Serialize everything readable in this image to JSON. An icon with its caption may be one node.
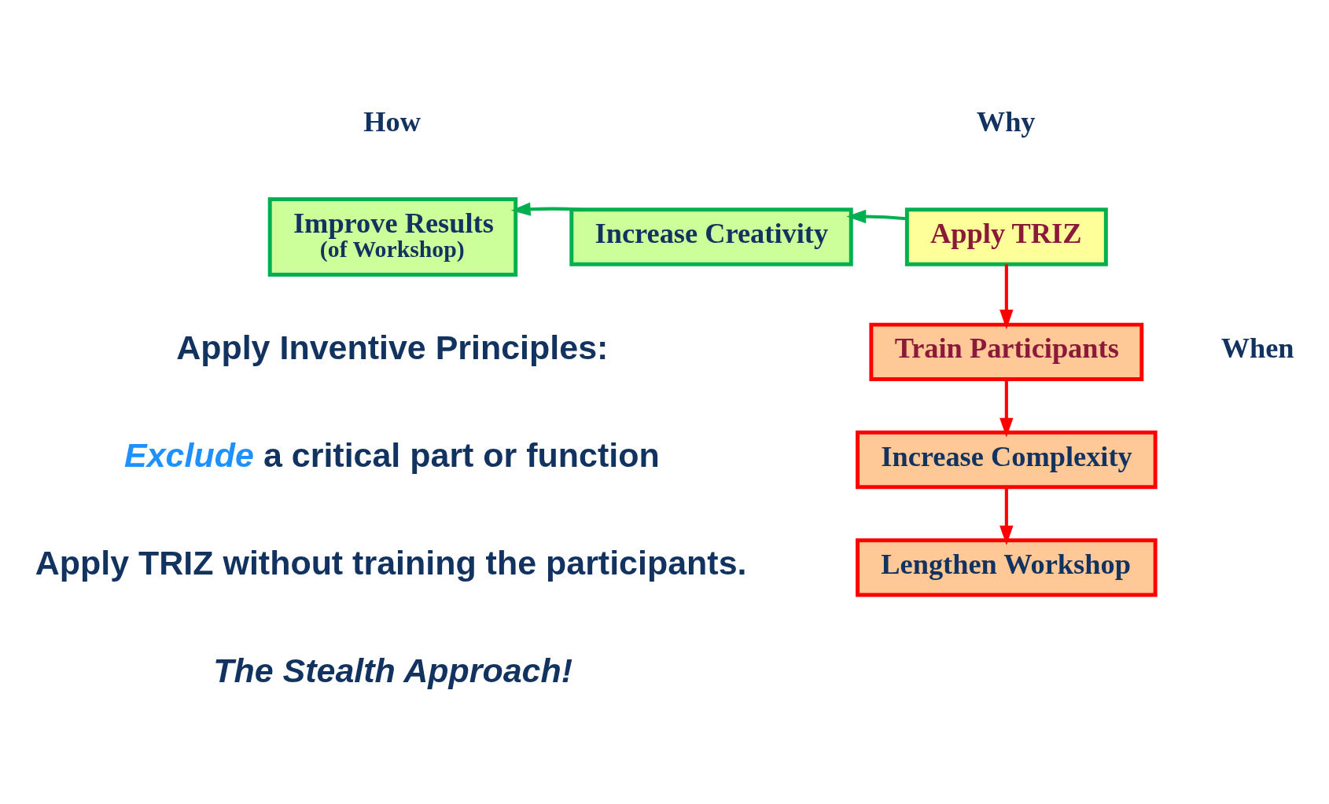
{
  "diagram": {
    "nodes": [
      {
        "text": [
          "Improve Results",
          "(of Workshop)"
        ]
      },
      {
        "text": [
          "Increase Creativity"
        ]
      },
      {
        "text": [
          "Apply TRIZ"
        ]
      },
      {
        "text": [
          "Train Participants"
        ]
      },
      {
        "text": [
          "Increase Complexity"
        ]
      },
      {
        "text": [
          "Lengthen Workshop"
        ]
      }
    ],
    "edges": [
      {
        "from": 1,
        "to": 0,
        "arrow": "to",
        "color": "#00b050"
      },
      {
        "from": 2,
        "to": 1,
        "arrow": "to",
        "color": "#00b050"
      },
      {
        "from": 2,
        "to": 3,
        "arrow": "to"
      },
      {
        "from": 3,
        "to": 4,
        "arrow": "to"
      },
      {
        "from": 4,
        "to": 5,
        "arrow": "to"
      }
    ],
    "labels": [
      "How",
      "Why",
      "When",
      "Apply Inventive Principles:",
      "*Exclude* a critical part or function",
      "Apply TRIZ without training the participants.",
      "The Stealth Approach!"
    ]
  }
}
